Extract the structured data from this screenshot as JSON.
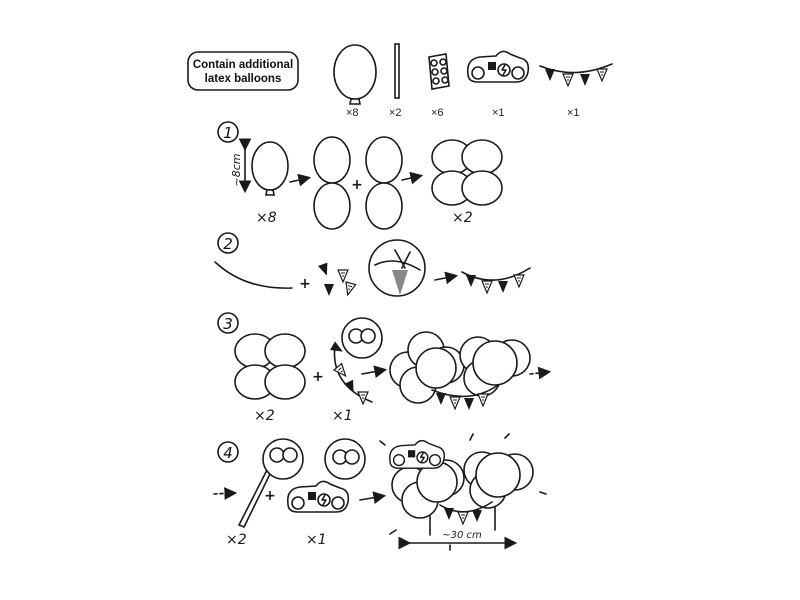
{
  "note_box": {
    "line1": "Contain additional",
    "line2": "latex balloons"
  },
  "parts": [
    {
      "name": "balloon",
      "qty": "×8"
    },
    {
      "name": "stick",
      "qty": "×2"
    },
    {
      "name": "glue-dots",
      "qty": "×6"
    },
    {
      "name": "race-car-topper",
      "qty": "×1"
    },
    {
      "name": "bunting",
      "qty": "×1"
    }
  ],
  "steps": [
    {
      "number": "1",
      "size_label": "~8cm",
      "qty_in": "×8",
      "qty_out": "×2",
      "plus": "+"
    },
    {
      "number": "2",
      "plus": "+"
    },
    {
      "number": "3",
      "qty_a": "×2",
      "qty_b": "×1",
      "plus": "+"
    },
    {
      "number": "4",
      "qty_a": "×2",
      "qty_b": "×1",
      "plus": "+",
      "width_label": "~30 cm"
    }
  ],
  "colors": {
    "line": "#1a1a1a",
    "background": "#ffffff"
  }
}
